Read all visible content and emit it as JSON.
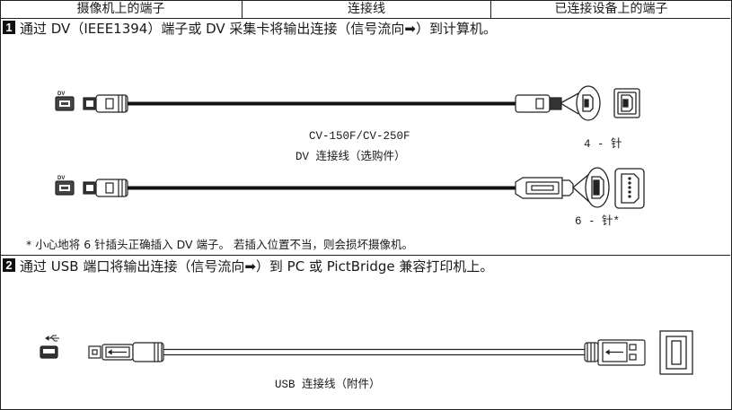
{
  "table": {
    "headers": [
      "摄像机上的端子",
      "连接线",
      "已连接设备上的端子"
    ]
  },
  "section1": {
    "number": "1",
    "text": "通过 DV（IEEE1394）端子或 DV 采集卡将输出连接（信号流向➡）到计算机。",
    "port_label": "DV",
    "cable_model": "CV-150F/CV-250F",
    "cable_name": "DV 连接线（选购件）",
    "pin4_label": "4 - 针",
    "pin6_label": "6 - 针*",
    "footnote": "* 小心地将 6 针插头正确插入 DV 端子。 若插入位置不当，则会损坏摄像机。"
  },
  "section2": {
    "number": "2",
    "text": "通过 USB 端口将输出连接（信号流向➡）到 PC 或 PictBridge 兼容打印机上。",
    "cable_name": "USB 连接线（附件）"
  }
}
